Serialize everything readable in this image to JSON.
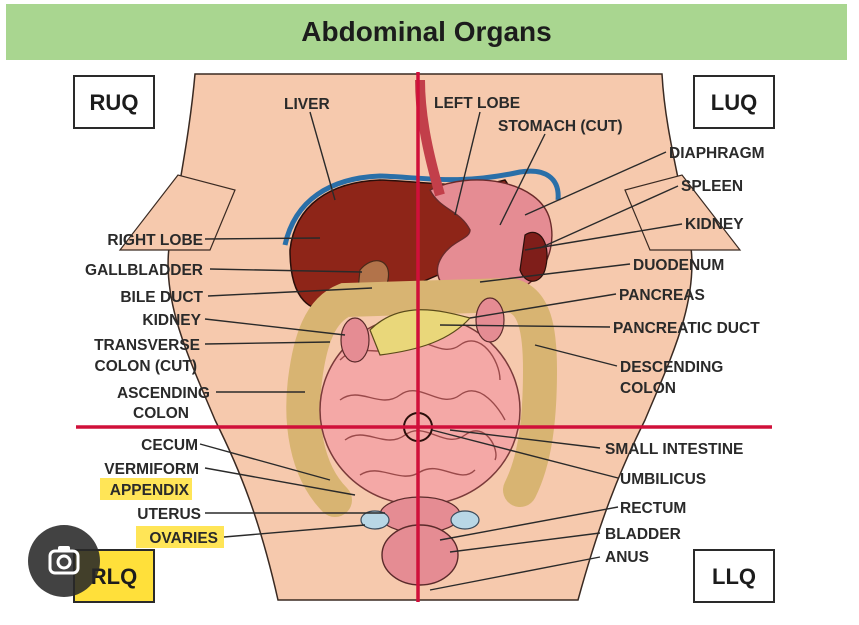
{
  "title": "Abdominal Organs",
  "quadrants": {
    "ruq": "RUQ",
    "luq": "LUQ",
    "rlq": "RLQ",
    "llq": "LLQ"
  },
  "labels_left": {
    "right_lobe": "RIGHT LOBE",
    "gallbladder": "GALLBLADDER",
    "bile_duct": "BILE DUCT",
    "kidney": "KIDNEY",
    "transverse_1": "TRANSVERSE",
    "transverse_2": "COLON (CUT)",
    "ascending_1": "ASCENDING",
    "ascending_2": "COLON",
    "cecum": "CECUM",
    "vermiform": "VERMIFORM",
    "appendix": "APPENDIX",
    "uterus": "UTERUS",
    "ovaries": "OVARIES"
  },
  "labels_top": {
    "liver": "LIVER",
    "left_lobe": "LEFT LOBE",
    "stomach": "STOMACH (CUT)"
  },
  "labels_right": {
    "diaphragm": "DIAPHRAGM",
    "spleen": "SPLEEN",
    "kidney": "KIDNEY",
    "duodenum": "DUODENUM",
    "pancreas": "PANCREAS",
    "pancreatic_duct": "PANCREATIC DUCT",
    "descending_1": "DESCENDING",
    "descending_2": "COLON",
    "small_intestine": "SMALL INTESTINE",
    "umbilicus": "UMBILICUS",
    "rectum": "RECTUM",
    "bladder": "BLADDER",
    "anus": "ANUS"
  },
  "colors": {
    "title_bar": "#a9d690",
    "skin": "#f6c9ad",
    "liver": "#8e2518",
    "stomach": "#e58c93",
    "intestine": "#f4a8a6",
    "colon": "#d8b472",
    "quadrant_line": "#d0103a",
    "highlight": "#ffe03a"
  },
  "icons": {
    "lens": "lens-camera-icon"
  }
}
